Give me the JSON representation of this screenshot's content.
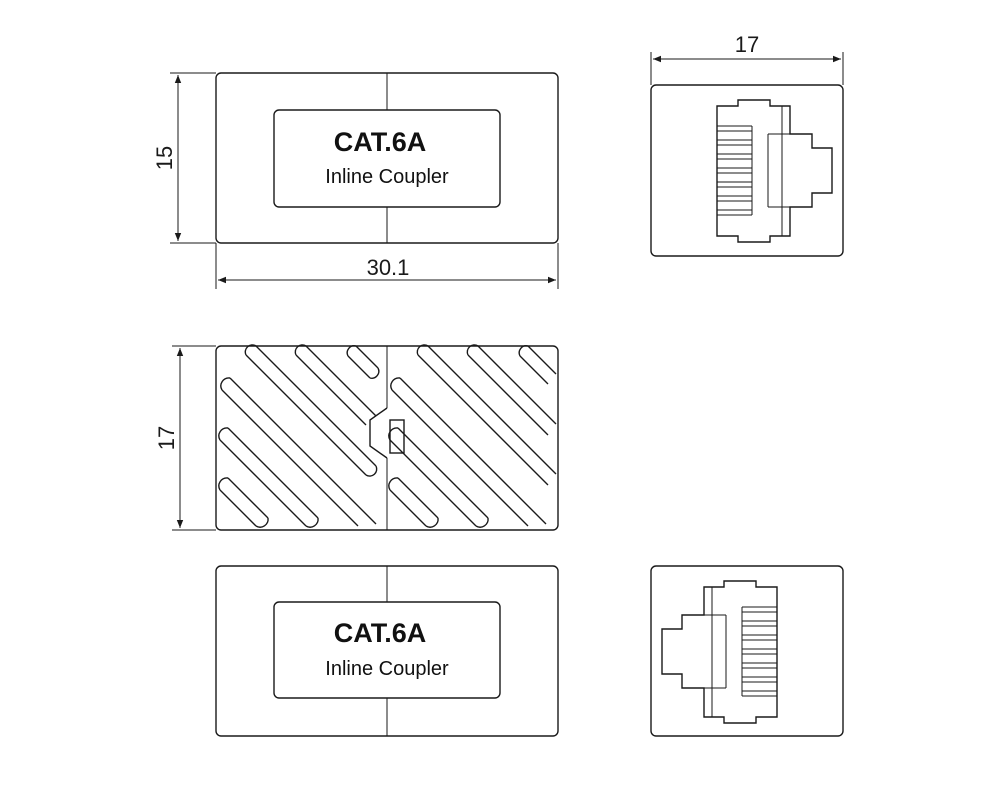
{
  "dimensions": {
    "front_height": "15",
    "front_width": "30.1",
    "side_width": "17",
    "top_height": "17"
  },
  "label_top": {
    "title": "CAT.6A",
    "subtitle": "Inline Coupler"
  },
  "label_bottom": {
    "title": "CAT.6A",
    "subtitle": "Inline Coupler"
  }
}
